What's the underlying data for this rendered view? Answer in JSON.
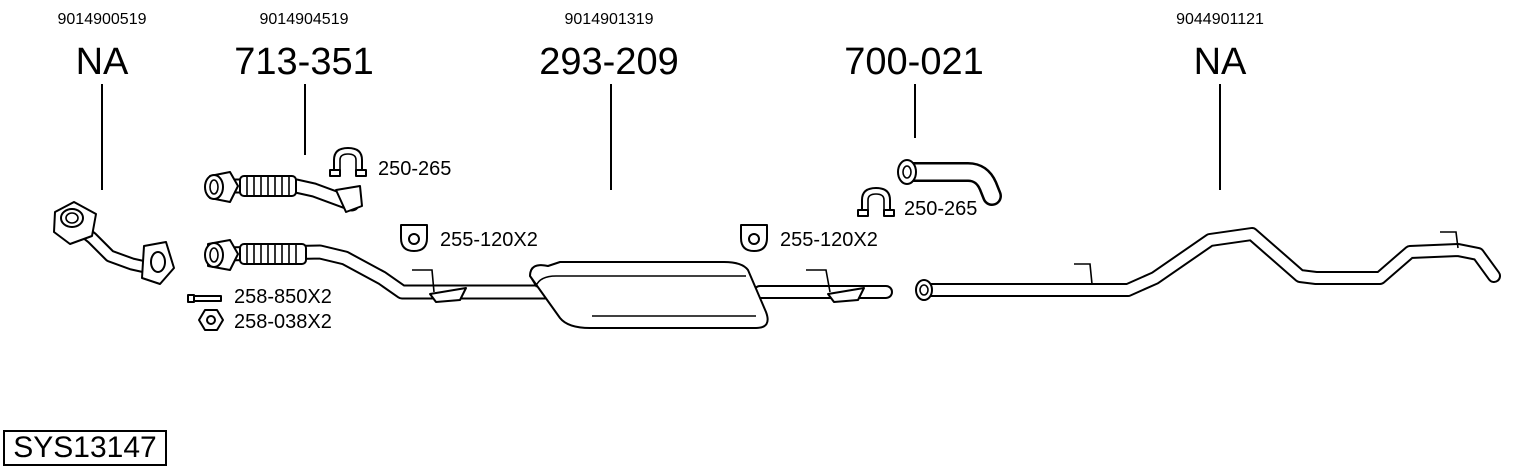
{
  "diagram": {
    "parts": [
      {
        "oe_number": "9014900519",
        "part_number": "NA"
      },
      {
        "oe_number": "9014904519",
        "part_number": "713-351"
      },
      {
        "oe_number": "9014901319",
        "part_number": "293-209"
      },
      {
        "oe_number": "",
        "part_number": "700-021"
      },
      {
        "oe_number": "9044901121",
        "part_number": "NA"
      }
    ],
    "accessories": [
      {
        "label": "250-265",
        "icon": "clamp-icon"
      },
      {
        "label": "255-120X2",
        "icon": "rubber-hanger-icon"
      },
      {
        "label": "255-120X2",
        "icon": "rubber-hanger-icon"
      },
      {
        "label": "250-265",
        "icon": "clamp-icon"
      },
      {
        "label": "258-850X2",
        "icon": "bolt-icon"
      },
      {
        "label": "258-038X2",
        "icon": "nut-icon"
      }
    ],
    "system_code": "SYS13147"
  }
}
